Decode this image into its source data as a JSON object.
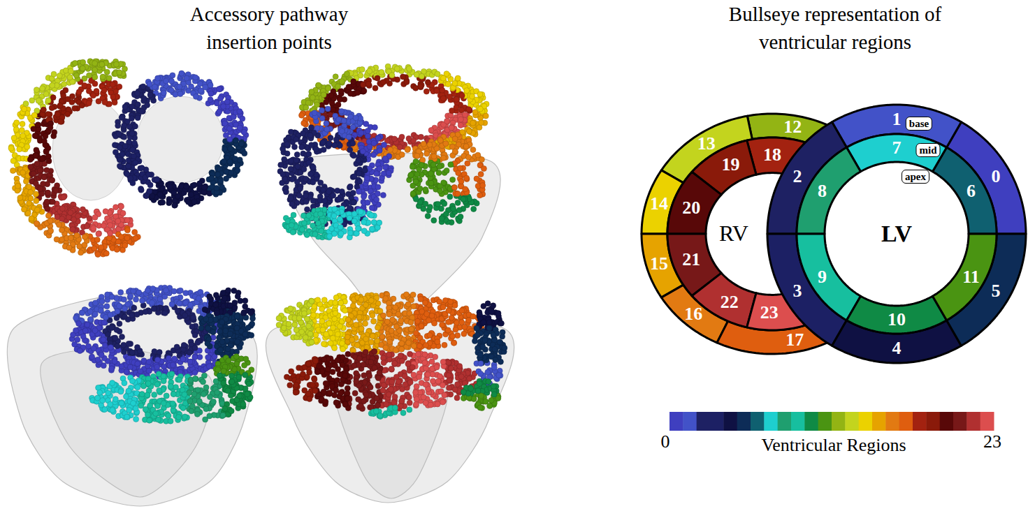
{
  "diagram": {
    "nodes": [
      {
        "text": [
          "0"
        ]
      },
      {
        "text": [
          "1"
        ]
      },
      {
        "text": [
          "2"
        ]
      },
      {
        "text": [
          "3"
        ]
      },
      {
        "text": [
          "4"
        ]
      },
      {
        "text": [
          "5"
        ]
      },
      {
        "text": [
          "6"
        ]
      },
      {
        "text": [
          "7"
        ]
      },
      {
        "text": [
          "8"
        ]
      },
      {
        "text": [
          "9"
        ]
      },
      {
        "text": [
          "10"
        ]
      },
      {
        "text": [
          "11"
        ]
      },
      {
        "text": [
          "12"
        ]
      },
      {
        "text": [
          "13"
        ]
      },
      {
        "text": [
          "14"
        ]
      },
      {
        "text": [
          "15"
        ]
      },
      {
        "text": [
          "16"
        ]
      },
      {
        "text": [
          "17"
        ]
      },
      {
        "text": [
          "18"
        ]
      },
      {
        "text": [
          "19"
        ]
      },
      {
        "text": [
          "20"
        ]
      },
      {
        "text": [
          "21"
        ]
      },
      {
        "text": [
          "22"
        ]
      },
      {
        "text": [
          "23"
        ]
      },
      {
        "text": [
          "base"
        ]
      },
      {
        "text": [
          "mid"
        ]
      },
      {
        "text": [
          "apex"
        ]
      }
    ],
    "labels": [
      "Accessory pathway insertion points",
      "Bullseye representation of ventricular regions",
      "RV",
      "LV",
      "0",
      "Ventricular Regions",
      "23"
    ]
  }
}
